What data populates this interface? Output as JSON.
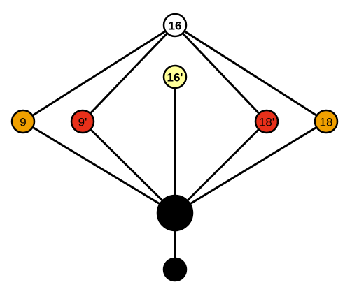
{
  "diagram": {
    "nodes": [
      {
        "id": "n16",
        "label": "16",
        "fill": "#ffffff",
        "bold": true
      },
      {
        "id": "n16p",
        "label": "16'",
        "fill": "#ffff99",
        "bold": true
      },
      {
        "id": "n9",
        "label": "9",
        "fill": "#f0a000",
        "bold": false
      },
      {
        "id": "n9p",
        "label": "9'",
        "fill": "#e8301a",
        "bold": false
      },
      {
        "id": "n18p",
        "label": "18'",
        "fill": "#e8301a",
        "bold": false
      },
      {
        "id": "n18",
        "label": "18",
        "fill": "#f0a000",
        "bold": false
      },
      {
        "id": "hub",
        "label": "",
        "fill": "#000000",
        "bold": false
      },
      {
        "id": "tail",
        "label": "",
        "fill": "#000000",
        "bold": false
      }
    ],
    "edges": [
      [
        "n16",
        "n9"
      ],
      [
        "n16",
        "n9p"
      ],
      [
        "n16",
        "n18p"
      ],
      [
        "n16",
        "n18"
      ],
      [
        "n16p",
        "hub"
      ],
      [
        "n9",
        "hub"
      ],
      [
        "n9p",
        "hub"
      ],
      [
        "n18p",
        "hub"
      ],
      [
        "n18",
        "hub"
      ],
      [
        "hub",
        "tail"
      ]
    ]
  }
}
